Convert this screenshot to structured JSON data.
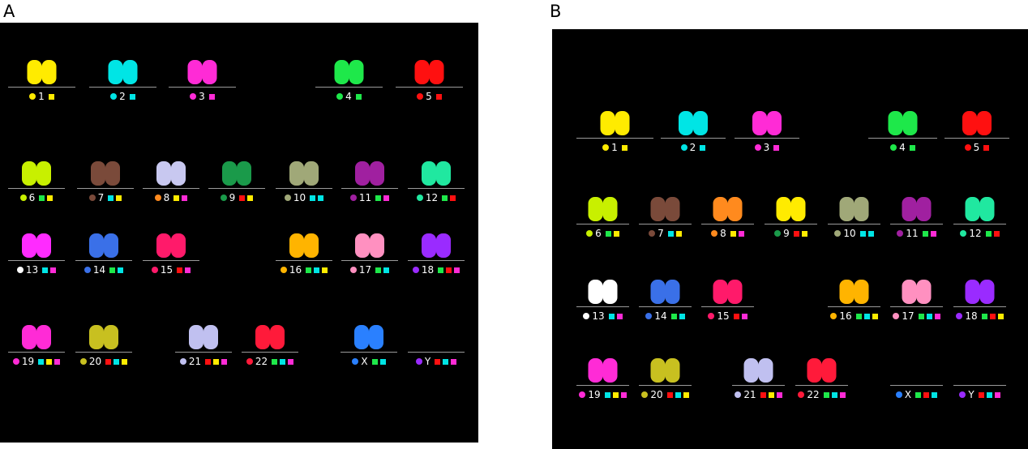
{
  "panels": [
    {
      "label": "A",
      "chromosomes": [
        {
          "name": "1",
          "colors": [
            "#ffeb00"
          ],
          "dot": "#ffeb00",
          "squares": [
            "#ffeb00"
          ]
        },
        {
          "name": "2",
          "colors": [
            "#00e5e5"
          ],
          "dot": "#00e5e5",
          "squares": [
            "#00e5e5"
          ]
        },
        {
          "name": "3",
          "colors": [
            "#ff2bd6"
          ],
          "dot": "#ff2bd6",
          "squares": [
            "#ff2bd6"
          ]
        },
        {
          "name": "4",
          "colors": [
            "#1ee84a"
          ],
          "dot": "#1ee84a",
          "squares": [
            "#1ee84a"
          ]
        },
        {
          "name": "5",
          "colors": [
            "#ff1010"
          ],
          "dot": "#ff1010",
          "squares": [
            "#ff1010"
          ]
        },
        {
          "name": "6",
          "colors": [
            "#c8f000"
          ],
          "dot": "#c8f000",
          "squares": [
            "#1ee84a",
            "#ffeb00"
          ]
        },
        {
          "name": "7",
          "colors": [
            "#7a4a3a"
          ],
          "dot": "#7a4a3a",
          "squares": [
            "#00e5e5",
            "#ffeb00"
          ]
        },
        {
          "name": "8",
          "colors": [
            "#c8c8f0"
          ],
          "dot": "#ff8a1e",
          "squares": [
            "#ffeb00",
            "#ff2bd6"
          ]
        },
        {
          "name": "9",
          "colors": [
            "#1a9a4a"
          ],
          "dot": "#1a9a4a",
          "squares": [
            "#ff1010",
            "#ffeb00"
          ]
        },
        {
          "name": "10",
          "colors": [
            "#a0a878"
          ],
          "dot": "#a0a878",
          "squares": [
            "#00e5e5",
            "#00e5e5"
          ]
        },
        {
          "name": "11",
          "colors": [
            "#a020a0"
          ],
          "dot": "#a020a0",
          "squares": [
            "#1ee84a",
            "#ff2bd6"
          ]
        },
        {
          "name": "12",
          "colors": [
            "#20e8a0"
          ],
          "dot": "#20e8a0",
          "squares": [
            "#1ee84a",
            "#ff1010"
          ]
        },
        {
          "name": "13",
          "colors": [
            "#ff2bff"
          ],
          "dot": "#ffffff",
          "squares": [
            "#00e5e5",
            "#ff2bd6"
          ]
        },
        {
          "name": "14",
          "colors": [
            "#3a70e8"
          ],
          "dot": "#3a70e8",
          "squares": [
            "#1ee84a",
            "#00e5e5"
          ]
        },
        {
          "name": "15",
          "colors": [
            "#ff1a6a"
          ],
          "dot": "#ff1a6a",
          "squares": [
            "#ff1010",
            "#ff2bd6"
          ]
        },
        {
          "name": "16",
          "colors": [
            "#ffb400"
          ],
          "dot": "#ffb400",
          "squares": [
            "#1ee84a",
            "#00e5e5",
            "#ffeb00"
          ]
        },
        {
          "name": "17",
          "colors": [
            "#ff90c0"
          ],
          "dot": "#ff90c0",
          "squares": [
            "#1ee84a",
            "#00e5e5"
          ]
        },
        {
          "name": "18",
          "colors": [
            "#9a2bff"
          ],
          "dot": "#9a2bff",
          "squares": [
            "#1ee84a",
            "#ff1010",
            "#ff2bd6"
          ]
        },
        {
          "name": "19",
          "colors": [
            "#ff2bd6"
          ],
          "dot": "#ff2bd6",
          "squares": [
            "#00e5e5",
            "#ffeb00",
            "#ff2bd6"
          ]
        },
        {
          "name": "20",
          "colors": [
            "#c8c020"
          ],
          "dot": "#c8c020",
          "squares": [
            "#ff1010",
            "#00e5e5",
            "#ffeb00"
          ]
        },
        {
          "name": "21",
          "colors": [
            "#c0c0f0"
          ],
          "dot": "#c0c0f0",
          "squares": [
            "#ff1010",
            "#ffeb00",
            "#ff2bd6"
          ]
        },
        {
          "name": "22",
          "colors": [
            "#ff1a3a"
          ],
          "dot": "#ff1a3a",
          "squares": [
            "#1ee84a",
            "#00e5e5",
            "#ff2bd6"
          ]
        },
        {
          "name": "X",
          "colors": [
            "#2a80ff"
          ],
          "dot": "#2a80ff",
          "squares": [
            "#1ee84a",
            "#00e5e5"
          ]
        },
        {
          "name": "Y",
          "colors": [],
          "dot": "#9a2bff",
          "squares": [
            "#ff1010",
            "#00e5e5",
            "#ff2bd6"
          ]
        }
      ]
    },
    {
      "label": "B",
      "chromosomes": [
        {
          "name": "1",
          "colors": [
            "#ffeb00"
          ],
          "dot": "#ffeb00",
          "squares": [
            "#ffeb00"
          ]
        },
        {
          "name": "2",
          "colors": [
            "#00e5e5"
          ],
          "dot": "#00e5e5",
          "squares": [
            "#00e5e5"
          ]
        },
        {
          "name": "3",
          "colors": [
            "#ff2bd6"
          ],
          "dot": "#ff2bd6",
          "squares": [
            "#ff2bd6"
          ]
        },
        {
          "name": "4",
          "colors": [
            "#1ee84a"
          ],
          "dot": "#1ee84a",
          "squares": [
            "#1ee84a"
          ]
        },
        {
          "name": "5",
          "colors": [
            "#ff1010"
          ],
          "dot": "#ff1010",
          "squares": [
            "#ff1010"
          ]
        },
        {
          "name": "6",
          "colors": [
            "#c8f000"
          ],
          "dot": "#c8f000",
          "squares": [
            "#1ee84a",
            "#ffeb00"
          ]
        },
        {
          "name": "7",
          "colors": [
            "#7a4a3a"
          ],
          "dot": "#7a4a3a",
          "squares": [
            "#00e5e5",
            "#ffeb00"
          ]
        },
        {
          "name": "8",
          "colors": [
            "#ff8a1e"
          ],
          "dot": "#ff8a1e",
          "squares": [
            "#ffeb00",
            "#ff2bd6"
          ]
        },
        {
          "name": "9",
          "colors": [
            "#ffeb00"
          ],
          "dot": "#1a9a4a",
          "squares": [
            "#ff1010",
            "#ffeb00"
          ]
        },
        {
          "name": "10",
          "colors": [
            "#a0a878"
          ],
          "dot": "#a0a878",
          "squares": [
            "#00e5e5",
            "#00e5e5"
          ]
        },
        {
          "name": "11",
          "colors": [
            "#a020a0"
          ],
          "dot": "#a020a0",
          "squares": [
            "#1ee84a",
            "#ff2bd6"
          ]
        },
        {
          "name": "12",
          "colors": [
            "#20e8a0"
          ],
          "dot": "#20e8a0",
          "squares": [
            "#1ee84a",
            "#ff1010"
          ]
        },
        {
          "name": "13",
          "colors": [
            "#ffffff"
          ],
          "dot": "#ffffff",
          "squares": [
            "#00e5e5",
            "#ff2bd6"
          ]
        },
        {
          "name": "14",
          "colors": [
            "#3a70e8"
          ],
          "dot": "#3a70e8",
          "squares": [
            "#1ee84a",
            "#00e5e5"
          ]
        },
        {
          "name": "15",
          "colors": [
            "#ff1a6a"
          ],
          "dot": "#ff1a6a",
          "squares": [
            "#ff1010",
            "#ff2bd6"
          ]
        },
        {
          "name": "16",
          "colors": [
            "#ffb400"
          ],
          "dot": "#ffb400",
          "squares": [
            "#1ee84a",
            "#00e5e5",
            "#ffeb00"
          ]
        },
        {
          "name": "17",
          "colors": [
            "#ff90c0"
          ],
          "dot": "#ff90c0",
          "squares": [
            "#1ee84a",
            "#00e5e5",
            "#ff2bd6"
          ]
        },
        {
          "name": "18",
          "colors": [
            "#9a2bff"
          ],
          "dot": "#9a2bff",
          "squares": [
            "#1ee84a",
            "#ff1010",
            "#ffeb00"
          ]
        },
        {
          "name": "19",
          "colors": [
            "#ff2bd6"
          ],
          "dot": "#ff2bd6",
          "squares": [
            "#00e5e5",
            "#ffeb00",
            "#ff2bd6"
          ]
        },
        {
          "name": "20",
          "colors": [
            "#c8c020"
          ],
          "dot": "#c8c020",
          "squares": [
            "#ff1010",
            "#00e5e5",
            "#ffeb00"
          ]
        },
        {
          "name": "21",
          "colors": [
            "#c0c0f0"
          ],
          "dot": "#c0c0f0",
          "squares": [
            "#ff1010",
            "#ffeb00",
            "#ff2bd6"
          ]
        },
        {
          "name": "22",
          "colors": [
            "#ff1a3a"
          ],
          "dot": "#ff1a3a",
          "squares": [
            "#1ee84a",
            "#00e5e5",
            "#ff2bd6"
          ]
        },
        {
          "name": "X",
          "colors": [],
          "dot": "#2a80ff",
          "squares": [
            "#1ee84a",
            "#ff1010",
            "#00e5e5"
          ]
        },
        {
          "name": "Y",
          "colors": [],
          "dot": "#9a2bff",
          "squares": [
            "#ff1010",
            "#00e5e5",
            "#ff2bd6"
          ]
        }
      ]
    }
  ]
}
